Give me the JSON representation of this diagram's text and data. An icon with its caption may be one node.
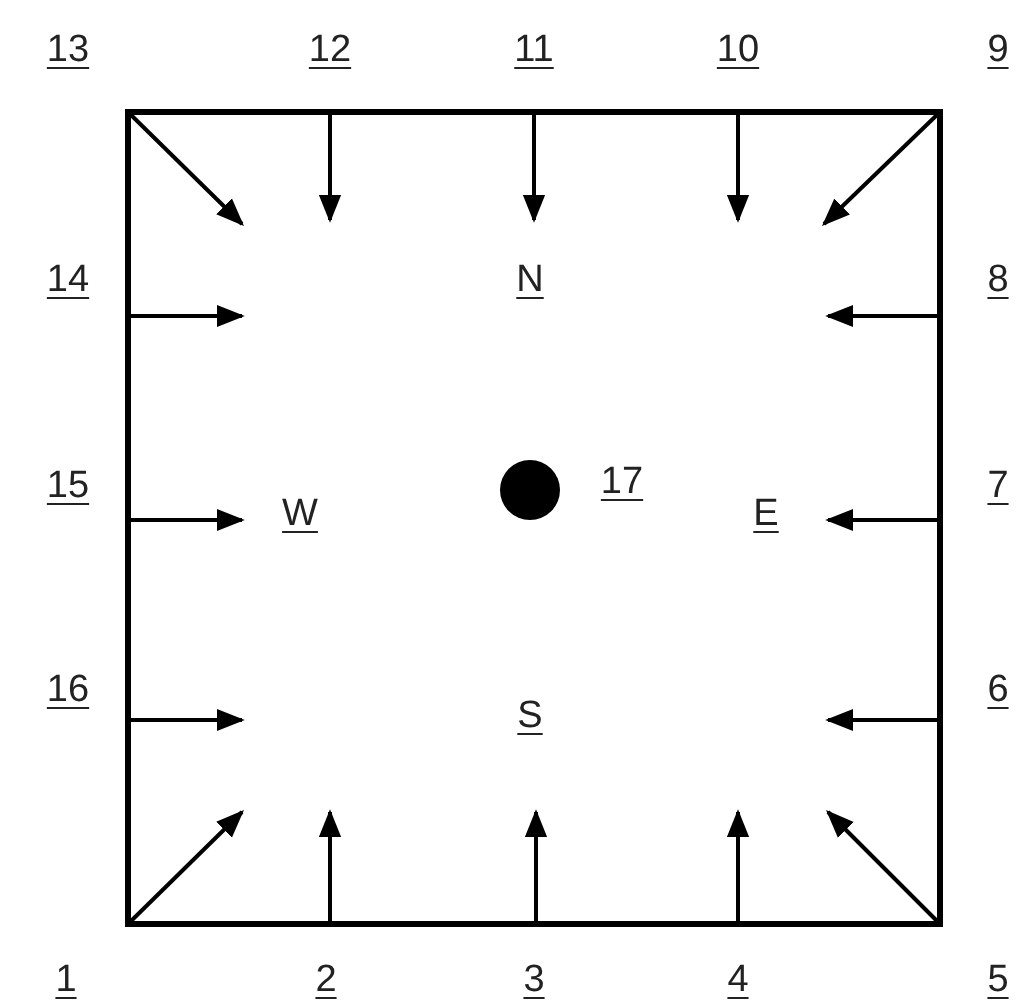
{
  "diagram": {
    "nodes": [
      {
        "text": [],
        "shape": "circle",
        "beside": [
          "17"
        ]
      }
    ],
    "labels": [
      "13",
      "12",
      "11",
      "10",
      "9",
      "14",
      "N",
      "8",
      "15",
      "W",
      "E",
      "7",
      "16",
      "S",
      "6",
      "1",
      "2",
      "3",
      "4",
      "5"
    ]
  }
}
